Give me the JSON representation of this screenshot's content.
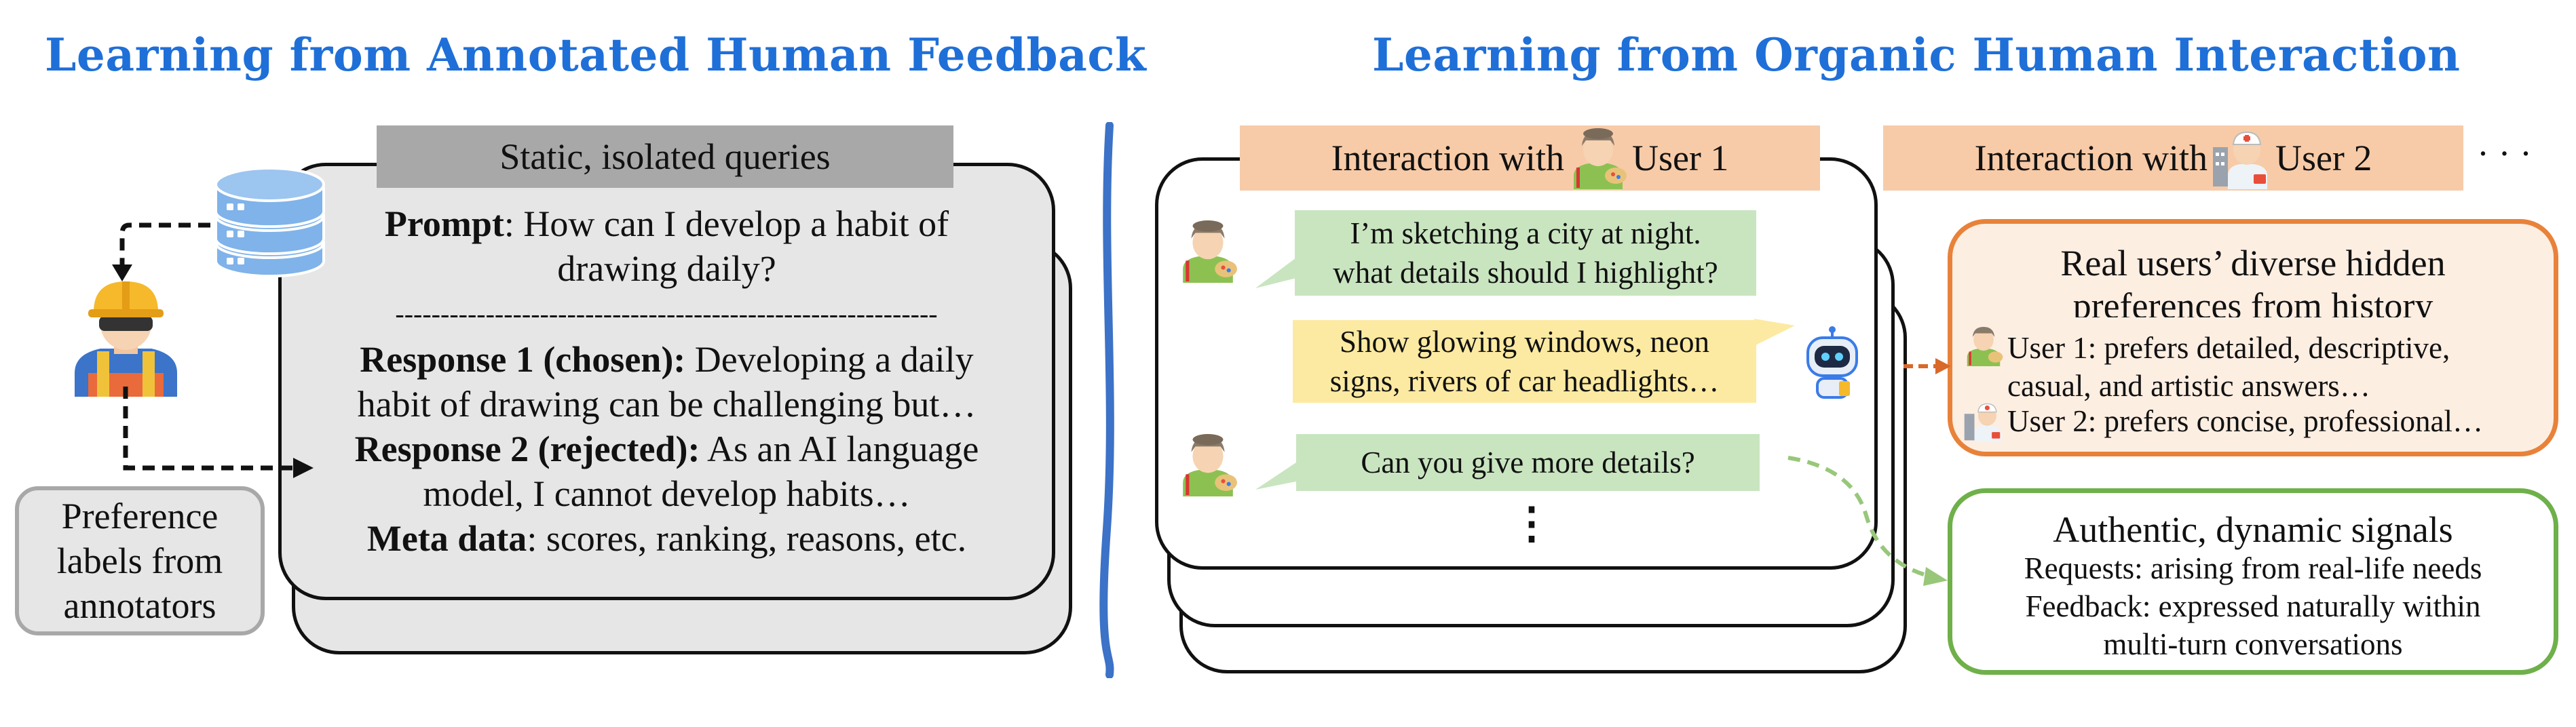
{
  "left": {
    "heading": "Learning from Annotated Human Feedback",
    "queries_label": "Static, isolated queries",
    "prompt_label": "Prompt",
    "prompt_text": ": How can I develop a habit of",
    "prompt_text2": "drawing daily?",
    "divider": "------------------------------------------------------------",
    "resp1_label": "Response 1 (chosen):",
    "resp1_text": " Developing a daily",
    "resp1_text2": "habit of drawing can be challenging but…",
    "resp2_label": "Response 2 (rejected):",
    "resp2_text": " As an AI language",
    "resp2_text2": "model, I cannot develop habits…",
    "meta_label": "Meta data",
    "meta_text": ": scores, ranking, reasons, etc.",
    "pref_line1": "Preference",
    "pref_line2": "labels from",
    "pref_line3": "annotators"
  },
  "right": {
    "heading": "Learning from Organic Human Interaction",
    "interaction1_prefix": "Interaction with",
    "interaction1_user": "User 1",
    "interaction2_prefix": "Interaction with",
    "interaction2_user": "User 2",
    "ellipsis": "· · ·",
    "bubble1_line1": "I’m sketching a city at night.",
    "bubble1_line2": "what details should I highlight?",
    "bubble2_line1": "Show glowing windows, neon",
    "bubble2_line2": "signs, rivers of car headlights…",
    "bubble3": "Can you give more details?",
    "vdots": "⋮",
    "pref_box_title1": "Real users’ diverse hidden",
    "pref_box_title2": "preferences from history",
    "user1_pref_line1": "User 1: prefers detailed, descriptive,",
    "user1_pref_line2": "casual, and artistic answers…",
    "user2_pref": "User 2: prefers concise, professional…",
    "signals_title": "Authentic, dynamic signals",
    "requests": "Requests: arising from real-life needs",
    "feedback_line1": "Feedback: expressed naturally within",
    "feedback_line2": "multi-turn conversations"
  },
  "colors": {
    "heading": "#1f6fd8",
    "bubble_user": "#c9e5c0",
    "bubble_ai": "#fdeaa2",
    "interaction_bar": "#f7cba8",
    "pref_border": "#e8823a",
    "pref_fill": "#fdeee2",
    "signal_border": "#6fb04a",
    "divider_blue": "#3c72c7",
    "gray_bar": "#a8a8a8"
  },
  "icons": [
    "database-icon",
    "annotator-icon",
    "artist-user-icon",
    "doctor-user-icon",
    "robot-icon"
  ]
}
